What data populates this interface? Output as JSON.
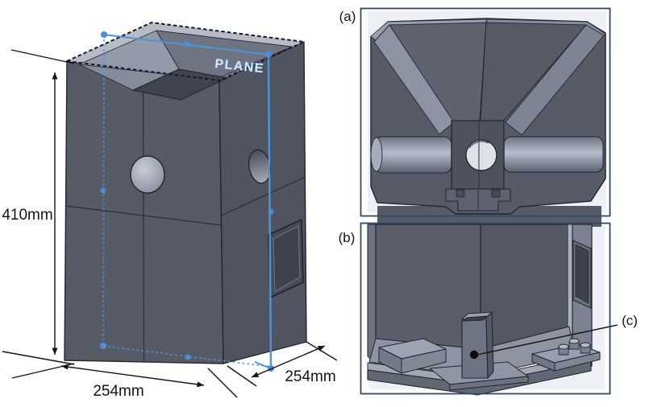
{
  "figure": {
    "type": "cad-engineering-drawing",
    "left_view": {
      "sketch_plane_label": "PLANE",
      "dimensions": {
        "height": "410mm",
        "width": "254mm",
        "depth": "254mm"
      }
    },
    "panels": [
      {
        "label": "(a)"
      },
      {
        "label": "(b)"
      },
      {
        "label": "(c)"
      }
    ],
    "colors": {
      "body_dark": "#575b66",
      "body_darker": "#505460",
      "body_top_light": "#b6bbc5",
      "edge": "#23262e",
      "sketch_blue": "#4f94d6",
      "plane_text_fill": "#d4e6f8",
      "panel_border": "#2e4a68",
      "dimension_text": "#141414",
      "background": "#ffffff"
    }
  }
}
